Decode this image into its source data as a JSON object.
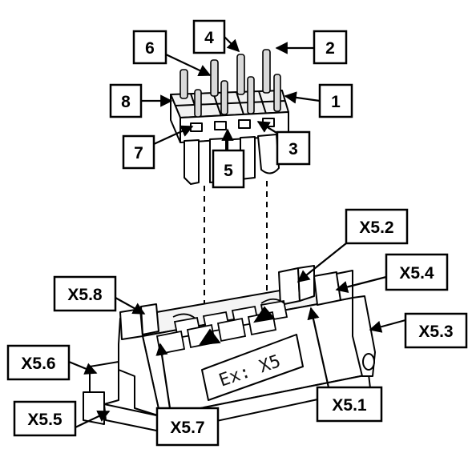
{
  "pins": [
    "1",
    "2",
    "3",
    "4",
    "5",
    "6",
    "7",
    "8"
  ],
  "sockets": [
    "X5.1",
    "X5.2",
    "X5.3",
    "X5.4",
    "X5.5",
    "X5.6",
    "X5.7",
    "X5.8"
  ],
  "connector_label": "Ex: X5"
}
